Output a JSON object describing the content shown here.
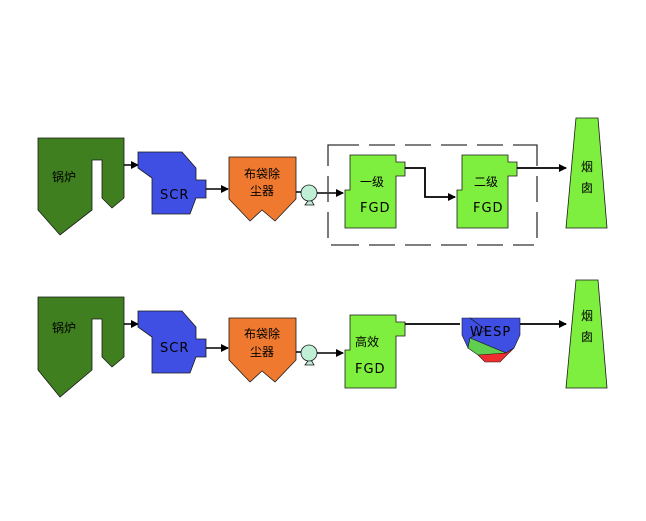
{
  "colors": {
    "boiler": "#3f7f1f",
    "scr": "#3f4fe3",
    "baghouse": "#ef7a2f",
    "fgd": "#7fef3f",
    "stack": "#7fef3f",
    "fan": "#bfefd5",
    "wesp_top": "#3f4fe3",
    "wesp_mid": "#5fcf4f",
    "wesp_bottom": "#ef2f2f",
    "line": "#000000",
    "dashed": "#333333"
  },
  "row1": {
    "boiler": "锅炉",
    "scr": "SCR",
    "baghouse_l1": "布袋除",
    "baghouse_l2": "尘器",
    "fan": "fan",
    "fgd1_l1": "一级",
    "fgd1_l2": "FGD",
    "fgd2_l1": "二级",
    "fgd2_l2": "FGD",
    "stack_l1": "烟",
    "stack_l2": "囱"
  },
  "row2": {
    "boiler": "锅炉",
    "scr": "SCR",
    "baghouse_l1": "布袋除",
    "baghouse_l2": "尘器",
    "fan": "fan",
    "fgd_l1": "高效",
    "fgd_l2": "FGD",
    "wesp": "WESP",
    "stack_l1": "烟",
    "stack_l2": "囱"
  }
}
